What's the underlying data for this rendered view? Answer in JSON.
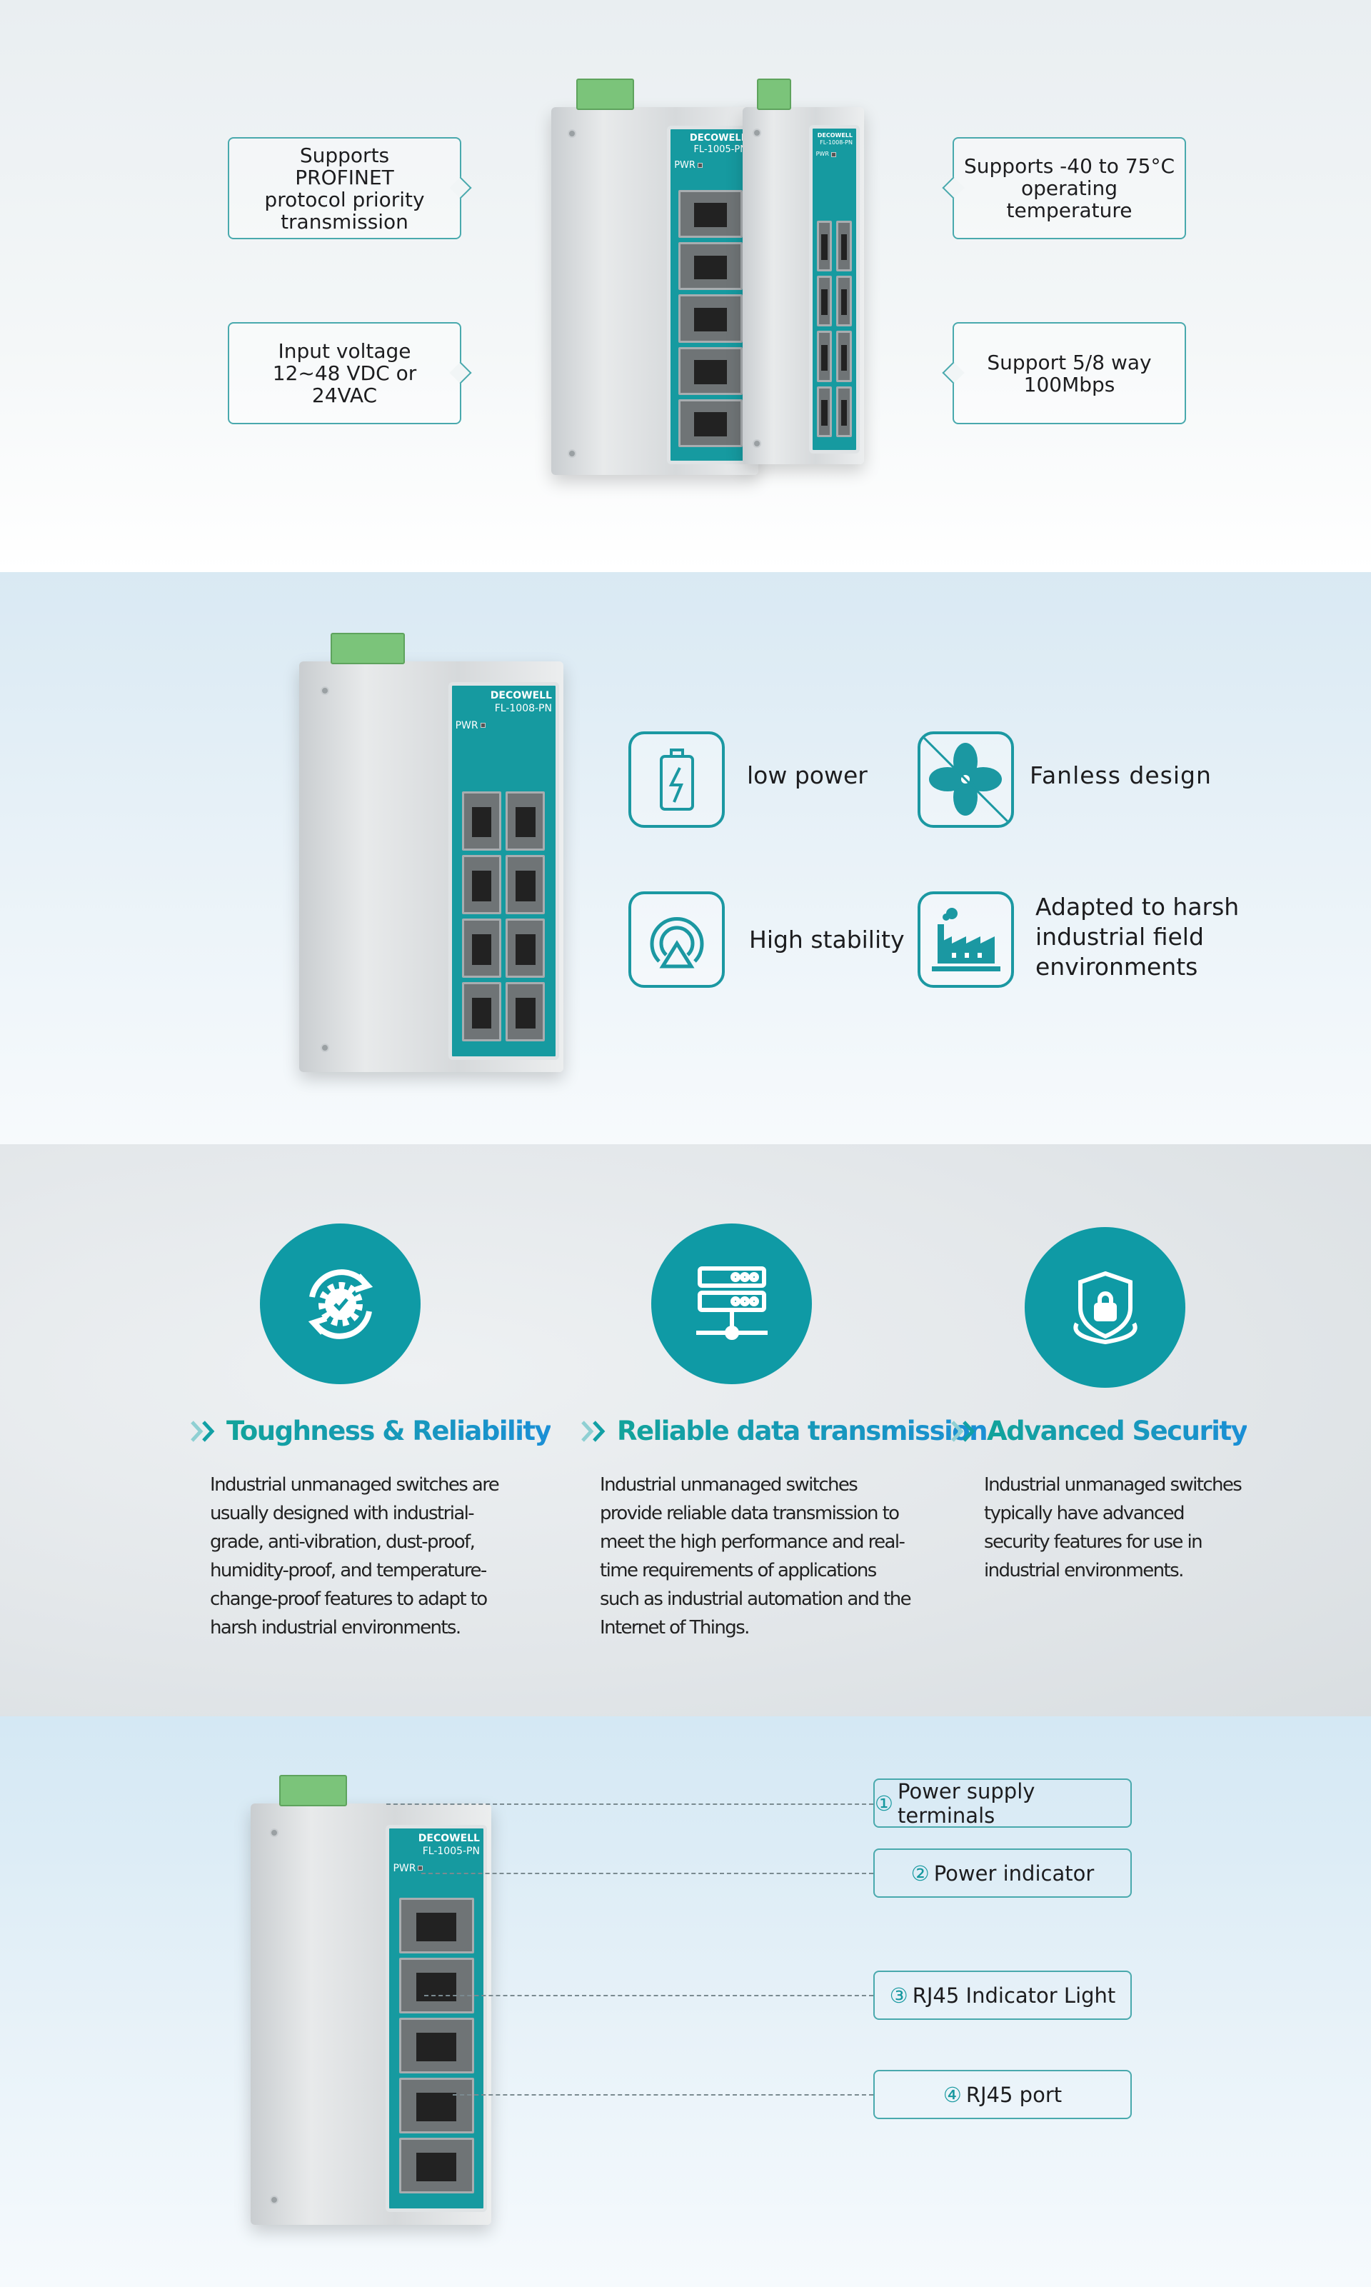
{
  "section_specs": {
    "callouts": [
      {
        "text": "Supports PROFINET protocol priority transmission"
      },
      {
        "text": "Input voltage 12~48 VDC or 24VAC"
      },
      {
        "text": "Supports -40 to 75°C operating temperature"
      },
      {
        "text": "Support 5/8 way 100Mbps"
      }
    ]
  },
  "product": {
    "brand": "DECOWELL",
    "model_8": "FL-1008-PN",
    "model_5": "FL-1005-PN",
    "pwr": "PWR",
    "profinet": "PROFINET"
  },
  "section_features": {
    "items": [
      {
        "label": "low power",
        "icon": "battery-bolt-icon"
      },
      {
        "label": "Fanless design",
        "icon": "no-fan-icon"
      },
      {
        "label": "High stability",
        "icon": "stability-icon"
      },
      {
        "label": "Adapted to harsh industrial field environments",
        "icon": "factory-icon"
      }
    ]
  },
  "section_advantages": {
    "items": [
      {
        "title": "Toughness & Reliability",
        "icon": "gear-cycle-icon",
        "body": "Industrial unmanaged switches are usually designed with industrial-grade, anti-vibration, dust-proof, humidity-proof, and temperature-change-proof features to adapt to harsh industrial environments."
      },
      {
        "title": "Reliable data transmission",
        "icon": "server-network-icon",
        "body": "Industrial unmanaged switches provide reliable data transmission to meet the high performance and real-time requirements of applications such as industrial automation and the Internet of Things."
      },
      {
        "title": "Advanced Security",
        "icon": "shield-lock-icon",
        "body": "Industrial unmanaged switches typically have advanced security features for use in industrial environments."
      }
    ],
    "accent": "#0f9aa5"
  },
  "section_interfaces": {
    "labels": [
      {
        "num": "①",
        "text": "Power supply terminals"
      },
      {
        "num": "②",
        "text": "Power indicator"
      },
      {
        "num": "③",
        "text": "RJ45 Indicator Light"
      },
      {
        "num": "④",
        "text": "RJ45 port"
      }
    ]
  }
}
